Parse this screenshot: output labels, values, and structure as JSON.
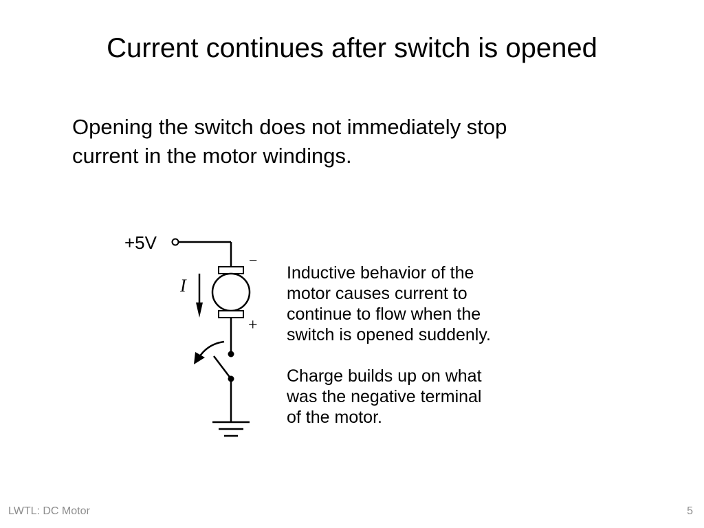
{
  "slide": {
    "title": "Current continues after switch is opened",
    "intro_lines": [
      "Opening the switch does not immediately stop",
      "current in the motor windings."
    ]
  },
  "circuit": {
    "supply_label": "+5V",
    "current_label": "I",
    "minus_label": "−",
    "plus_label": "+"
  },
  "notes": {
    "paragraph_1": [
      "Inductive behavior of the",
      "motor causes current to",
      "continue to flow when the",
      "switch is opened suddenly."
    ],
    "paragraph_2": [
      "Charge builds up on what",
      "was the negative terminal",
      "of the motor."
    ]
  },
  "footer": {
    "left": "LWTL: DC Motor",
    "page_number": "5"
  }
}
